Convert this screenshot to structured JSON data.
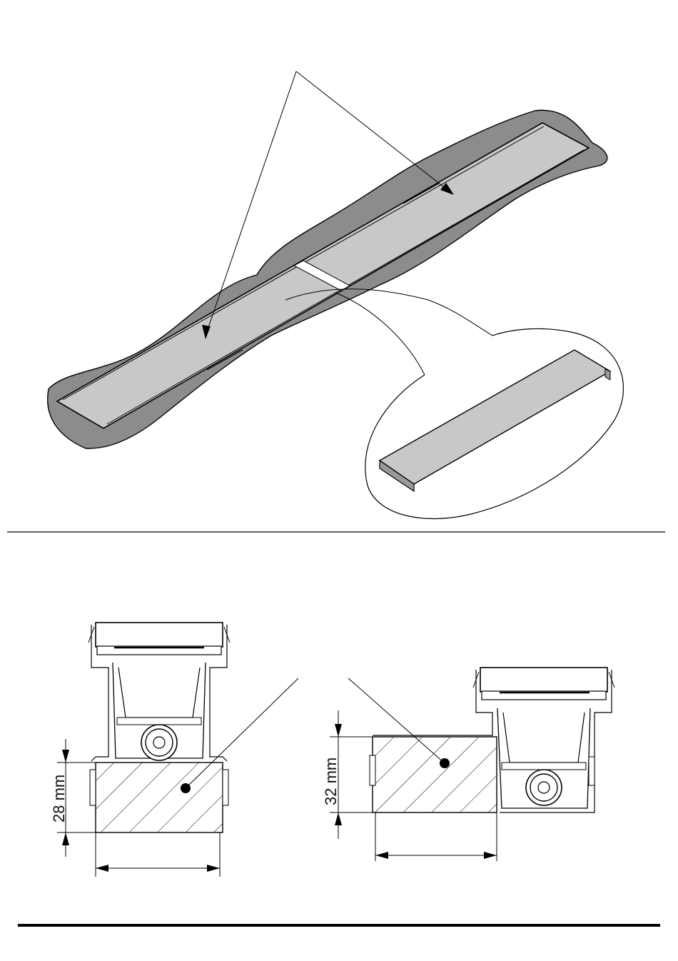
{
  "figure": {
    "top_view": "isometric-drain-channel-with-cover-detail",
    "bottom_view": "two-cross-sections-with-tile-thickness"
  },
  "dimensions": {
    "left_section_height": "28 mm",
    "right_section_height": "32 mm"
  },
  "colors": {
    "floor_fill": "#8c8c8c",
    "channel_fill": "#c8c8c8",
    "line": "#000000",
    "hatch": "#000000"
  }
}
